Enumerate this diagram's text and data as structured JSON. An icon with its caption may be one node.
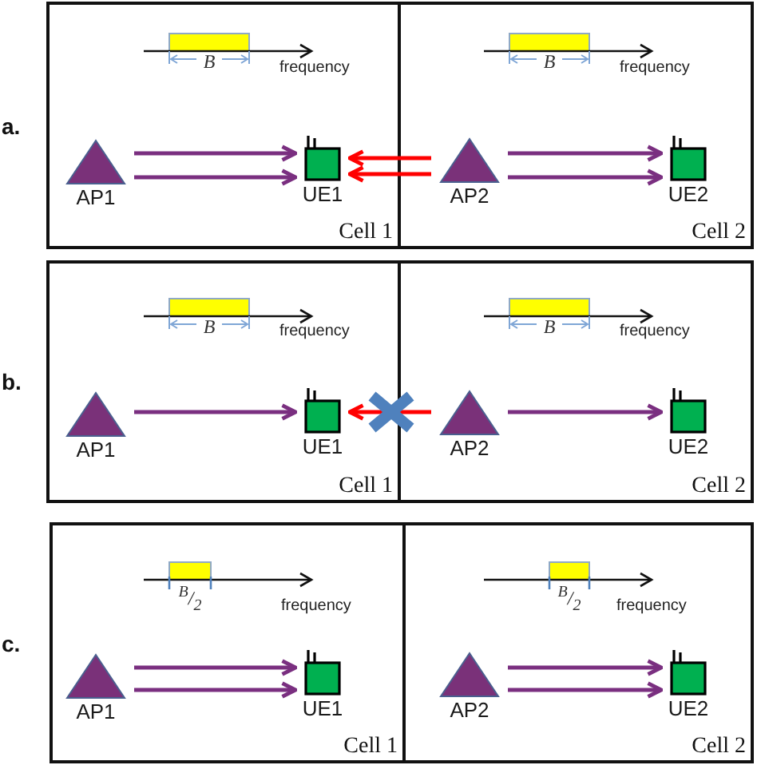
{
  "diagram": {
    "nodes": [
      {
        "text": [],
        "shape": "box",
        "beside": [
          "a."
        ]
      },
      {
        "text": [
          "Cell 1"
        ],
        "in": 0
      },
      {
        "text": [
          "AP1"
        ],
        "in": 1
      },
      {
        "text": [
          "UE1"
        ],
        "in": 1
      },
      {
        "text": [
          "Cell 2"
        ],
        "in": 0
      },
      {
        "text": [
          "AP2"
        ],
        "in": 4
      },
      {
        "text": [
          "UE2"
        ],
        "in": 4
      },
      {
        "text": [],
        "shape": "box",
        "beside": [
          "b."
        ]
      },
      {
        "text": [
          "Cell 1"
        ],
        "in": 7
      },
      {
        "text": [
          "AP1"
        ],
        "in": 8
      },
      {
        "text": [
          "UE1"
        ],
        "in": 8
      },
      {
        "text": [
          "Cell 2"
        ],
        "in": 7
      },
      {
        "text": [
          "AP2"
        ],
        "in": 11
      },
      {
        "text": [
          "UE2"
        ],
        "in": 11
      },
      {
        "text": [],
        "shape": "box",
        "beside": [
          "c."
        ]
      },
      {
        "text": [
          "Cell 1"
        ],
        "in": 14
      },
      {
        "text": [
          "AP1"
        ],
        "in": 15
      },
      {
        "text": [
          "UE1"
        ],
        "in": 15
      },
      {
        "text": [
          "Cell 2"
        ],
        "in": 14
      },
      {
        "text": [
          "AP2"
        ],
        "in": 18
      },
      {
        "text": [
          "UE2"
        ],
        "in": 18
      }
    ],
    "edges": [
      {
        "from": 2,
        "to": 3,
        "arrow": "to"
      },
      {
        "from": 2,
        "to": 3,
        "arrow": "to"
      },
      {
        "from": 5,
        "to": 3,
        "arrow": "to",
        "color": "#ff0000"
      },
      {
        "from": 5,
        "to": 3,
        "arrow": "to",
        "color": "#ff0000"
      },
      {
        "from": 5,
        "to": 6,
        "arrow": "to"
      },
      {
        "from": 5,
        "to": 6,
        "arrow": "to"
      },
      {
        "from": 9,
        "to": 10,
        "arrow": "to"
      },
      {
        "from": 12,
        "to": 10,
        "arrow": "to",
        "color": "#ff0000"
      },
      {
        "from": 12,
        "to": 13,
        "arrow": "to"
      },
      {
        "from": 16,
        "to": 17,
        "arrow": "to"
      },
      {
        "from": 16,
        "to": 17,
        "arrow": "to"
      },
      {
        "from": 19,
        "to": 20,
        "arrow": "to"
      },
      {
        "from": 19,
        "to": 20,
        "arrow": "to"
      }
    ],
    "labels": [
      "B",
      "frequency",
      "B",
      "frequency",
      "B",
      "frequency",
      "B",
      "frequency",
      "$^{B}$/$_{2}$",
      "frequency",
      "$^{B}$/$_{2}$",
      "frequency"
    ]
  }
}
